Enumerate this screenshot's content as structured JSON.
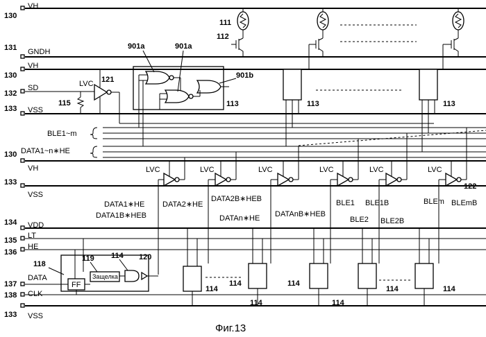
{
  "caption": "Фиг.13",
  "rails": {
    "vh_top": "VH",
    "vh_top_num": "130",
    "gndh": "GNDH",
    "gndh_num": "131",
    "vh2": "VH",
    "vh2_num": "130",
    "sd": "SD",
    "sd_num": "132",
    "vss1": "VSS",
    "vss1_num": "133",
    "ble_bus": "BLE1~m",
    "data_bus": "DATA1~n∗HE",
    "vh3": "VH",
    "vh3_num": "130",
    "vss2": "VSS",
    "vss2_num": "133",
    "vdd": "VDD",
    "vdd_num": "134",
    "lt": "LT",
    "lt_num": "135",
    "he": "HE",
    "he_num": "136",
    "data": "DATA",
    "data_num": "137",
    "clk": "CLK",
    "clk_num": "138",
    "vss3": "VSS",
    "vss3_num": "133"
  },
  "refs": {
    "r111": "111",
    "r112": "112",
    "r901a_1": "901a",
    "r901a_2": "901a",
    "r901b": "901b",
    "r121": "121",
    "r115": "115",
    "r113_1": "113",
    "r113_2": "113",
    "r113_3": "113",
    "r122": "122",
    "r118": "118",
    "r119": "119",
    "r114_top": "114",
    "r120": "120",
    "r114_1": "114",
    "r114_2": "114",
    "r114_3": "114",
    "r114_4": "114",
    "r114_5": "114",
    "r114_6": "114",
    "r114_7": "114"
  },
  "lvc_label": "LVC",
  "signals": {
    "s1": "DATA1∗HE",
    "s2": "DATA1B∗HEB",
    "s3": "DATA2∗HE",
    "s4": "DATA2B∗HEB",
    "s5": "DATAn∗HE",
    "s6": "DATAnB∗HEB",
    "s7": "BLE1",
    "s8": "BLE1B",
    "s9": "BLE2",
    "s10": "BLE2B",
    "s11": "BLEm",
    "s12": "BLEmB"
  },
  "blocks": {
    "ff": "FF",
    "latch": "Защелка"
  }
}
